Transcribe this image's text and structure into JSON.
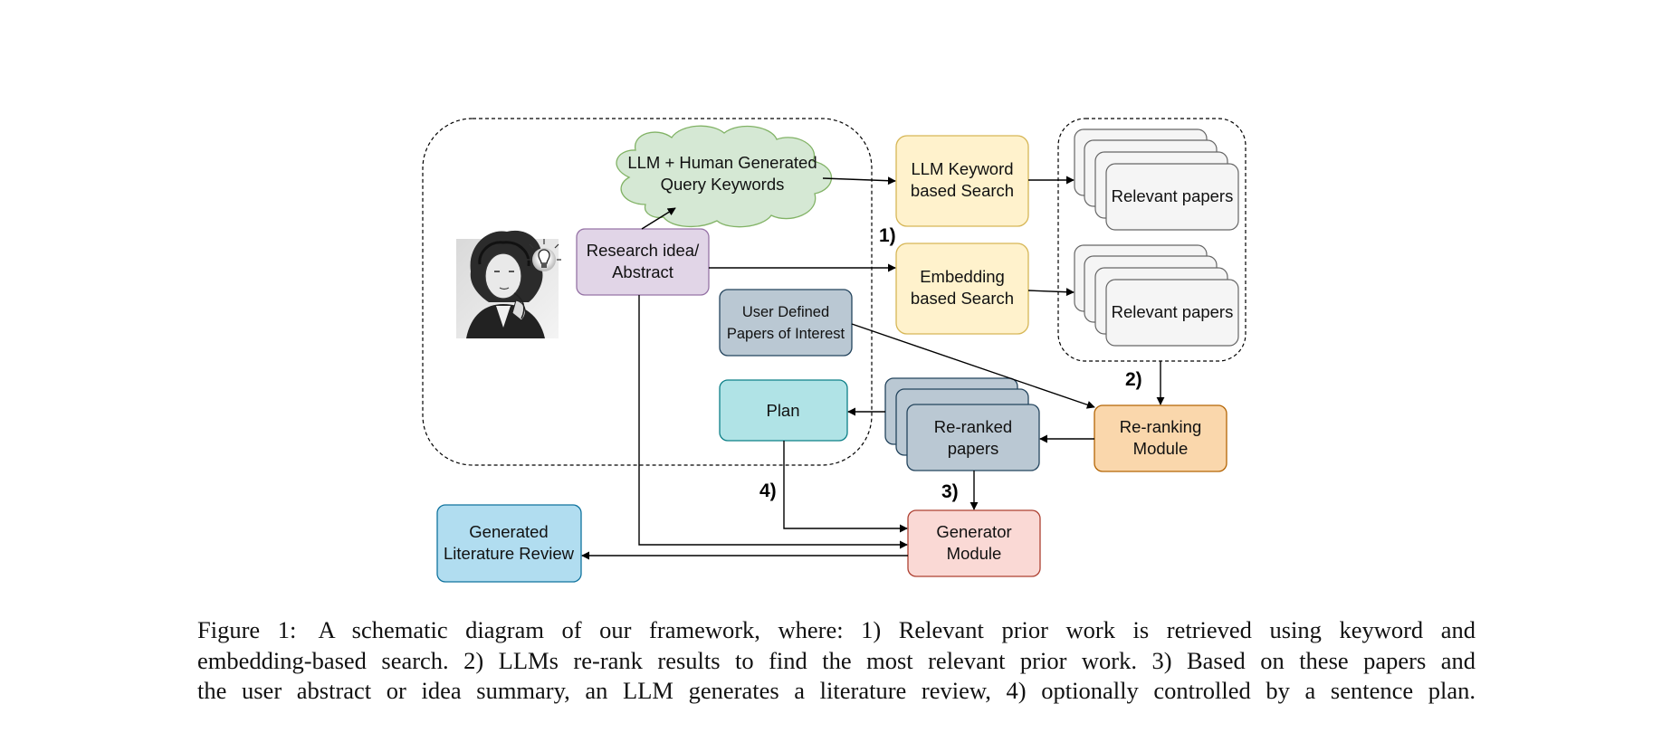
{
  "nodes": {
    "keywords": [
      "LLM + Human Generated",
      "Query Keywords"
    ],
    "research_idea": [
      "Research idea/",
      "Abstract"
    ],
    "keyword_search": [
      "LLM Keyword",
      "based Search"
    ],
    "embedding_search": [
      "Embedding",
      "based Search"
    ],
    "relevant_papers_1": "Relevant papers",
    "relevant_papers_2": "Relevant papers",
    "user_papers": [
      "User Defined",
      "Papers of Interest"
    ],
    "plan": "Plan",
    "reranked": [
      "Re-ranked",
      "papers"
    ],
    "reranking_module": [
      "Re-ranking",
      "Module"
    ],
    "generator_module": [
      "Generator",
      "Module"
    ],
    "literature_review": [
      "Generated",
      "Literature Review"
    ]
  },
  "steps": [
    "1)",
    "2)",
    "3)",
    "4)"
  ],
  "caption": {
    "label": "Figure 1:",
    "lines": [
      "A schematic diagram of our framework, where: 1) Relevant prior work is retrieved using keyword and",
      "embedding-based search. 2) LLMs re-rank results to find the most relevant prior work. 3) Based on these papers and",
      "the user abstract or idea summary, an LLM generates a literature review, 4) optionally controlled by a sentence plan."
    ]
  },
  "colors": {
    "cloud_fill": "#d5e8d4",
    "cloud_stroke": "#82b366",
    "research_fill": "#e1d5e7",
    "research_stroke": "#9673a6",
    "search_fill": "#fff2cc",
    "search_stroke": "#d6b656",
    "paper_fill": "#f5f5f5",
    "paper_stroke": "#666666",
    "user_fill": "#bac8d3",
    "user_stroke": "#23445d",
    "plan_fill": "#b0e3e6",
    "plan_stroke": "#0e8088",
    "rerank_fill": "#fad7ac",
    "rerank_stroke": "#b46504",
    "gen_fill": "#fad9d5",
    "gen_stroke": "#ae4132",
    "review_fill": "#b1ddf0",
    "review_stroke": "#10739e"
  }
}
